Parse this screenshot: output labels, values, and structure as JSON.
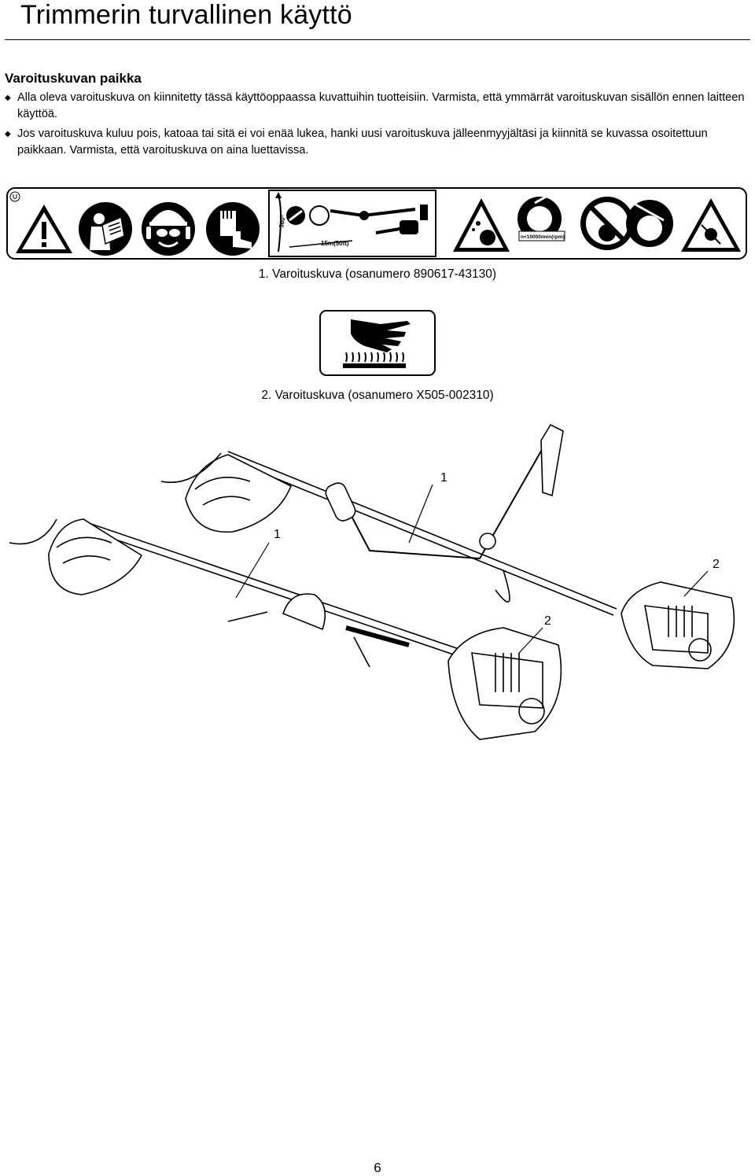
{
  "header": {
    "title": "Trimmerin turvallinen käyttö"
  },
  "section": {
    "heading": "Varoituskuvan paikka",
    "bullets": [
      "Alla oleva varoituskuva on kiinnitetty tässä käyttöoppaassa kuvattuihin tuotteisiin. Varmista, että ymmärrät varoituskuvan sisällön ennen laitteen käyttöä.",
      "Jos varoituskuva kuluu pois, katoaa tai sitä ei voi enää lukea, hanki uusi varoituskuva jälleenmyyjältäsi ja kiinnitä se kuvassa osoitettuun paikkaan. Varmista, että varoituskuva on aina luettavissa."
    ]
  },
  "label1": {
    "caption": "1. Varoituskuva (osanumero 890617-43130)",
    "angle_text": "360°",
    "distance_text": "15m(50ft)",
    "rpm_text": "n<10000/min(rpm)"
  },
  "label2": {
    "caption": "2. Varoituskuva (osanumero X505-002310)"
  },
  "illustration": {
    "callouts": [
      "1",
      "1",
      "2",
      "2"
    ]
  },
  "footer": {
    "page_number": "6"
  },
  "icons": {
    "bullet": "diamond-bullet-icon"
  }
}
